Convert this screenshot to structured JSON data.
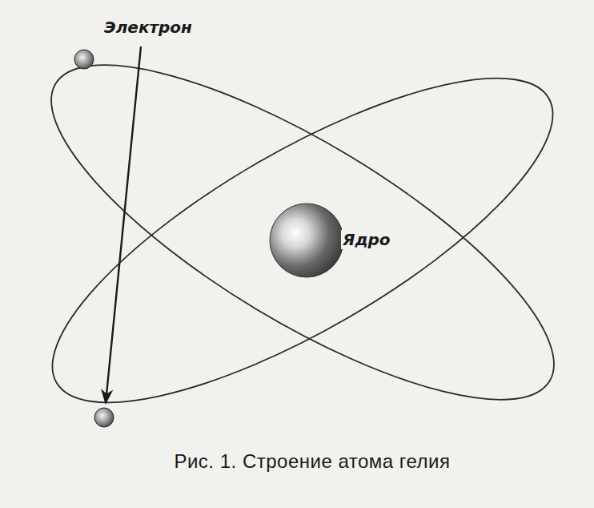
{
  "diagram": {
    "caption": "Рис. 1. Строение атома гелия",
    "labels": [
      "Электрон",
      "Ядро"
    ]
  }
}
